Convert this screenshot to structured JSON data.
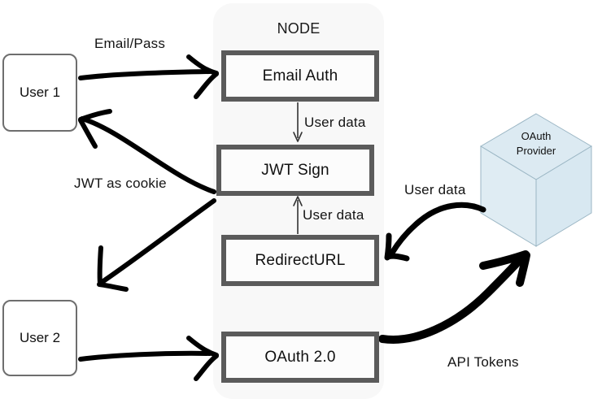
{
  "diagram": {
    "title_region": "NODE",
    "background_color": "#ffffff",
    "region_fill": "#f8f8f8",
    "box_border_color": "#5b5b5b",
    "user_border_color": "#6e6e6e",
    "cube_fill": "#dceaf2",
    "cube_stroke": "#9bb6c4",
    "arrow_color": "#000000",
    "thin_arrow_color": "#333333"
  },
  "actors": [
    {
      "id": "user1",
      "label": "User 1"
    },
    {
      "id": "user2",
      "label": "User 2"
    }
  ],
  "node_processes": [
    {
      "id": "email-auth",
      "label": "Email Auth"
    },
    {
      "id": "jwt-sign",
      "label": "JWT Sign"
    },
    {
      "id": "redirect-url",
      "label": "RedirectURL"
    },
    {
      "id": "oauth2",
      "label": "OAuth 2.0"
    }
  ],
  "external": {
    "id": "oauth-provider",
    "label_line1": "OAuth",
    "label_line2": "Provider"
  },
  "edges": [
    {
      "id": "user1-to-email-auth",
      "label": "Email/Pass"
    },
    {
      "id": "email-auth-to-jwt-sign",
      "label": "User data"
    },
    {
      "id": "jwt-sign-to-user1",
      "label": "JWT as cookie"
    },
    {
      "id": "redirect-to-jwt-sign",
      "label": "User data"
    },
    {
      "id": "provider-to-redirect-url",
      "label": "User data"
    },
    {
      "id": "oauth2-to-provider",
      "label": "API Tokens"
    },
    {
      "id": "jwt-sign-to-user2",
      "label": ""
    },
    {
      "id": "user2-to-oauth2",
      "label": ""
    }
  ]
}
